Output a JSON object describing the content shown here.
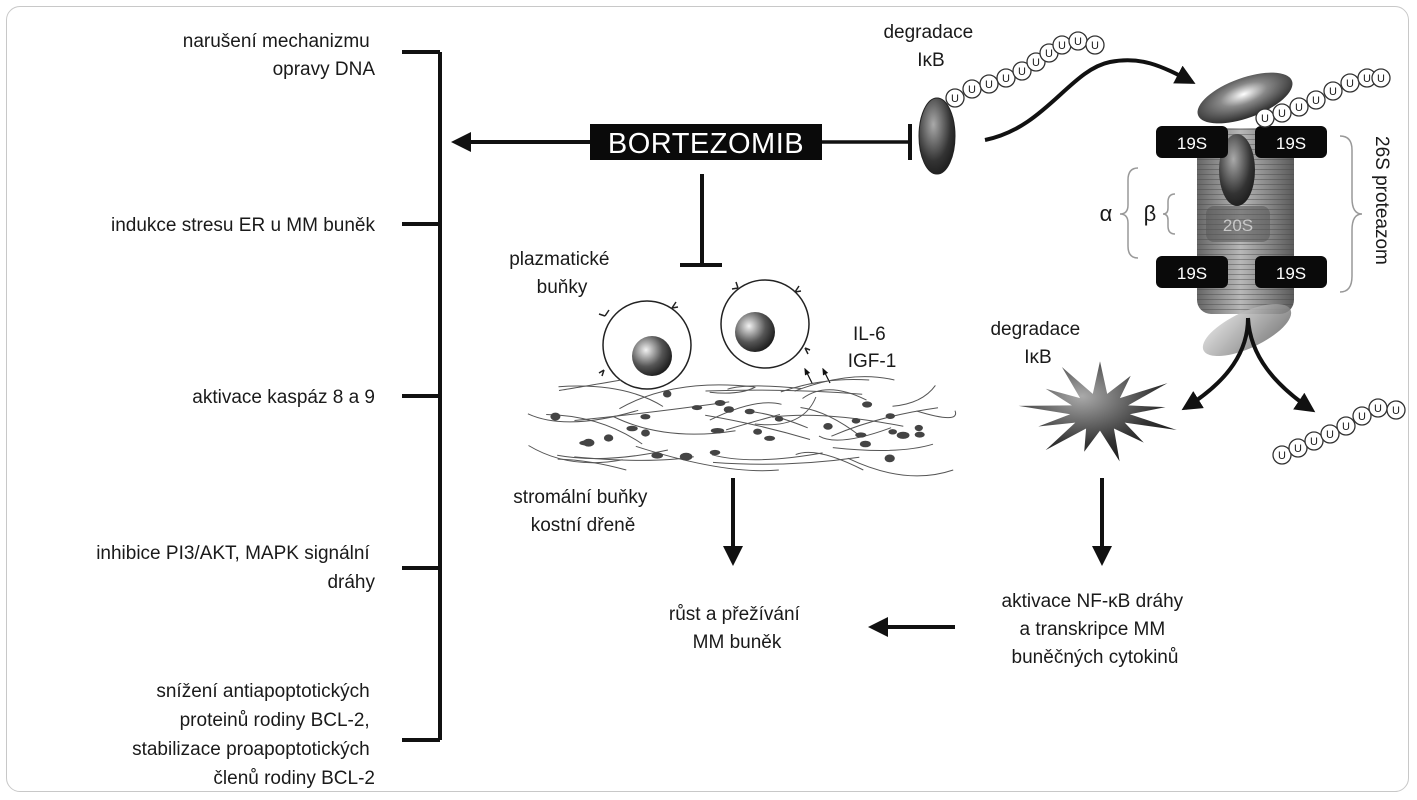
{
  "effects": [
    [
      "narušení mechanizmu",
      "opravy DNA"
    ],
    [
      "indukce stresu ER u MM buněk"
    ],
    [
      "aktivace kaspáz 8 a 9"
    ],
    [
      "inhibice PI3/AKT, MAPK signální",
      "dráhy"
    ],
    [
      "snížení antiapoptotických",
      "proteinů rodiny BCL-2,",
      "stabilizace proapoptotických",
      "členů rodiny BCL-2"
    ]
  ],
  "drug": "BORTEZOMIB",
  "degradation_top": [
    "degradace",
    "IκB"
  ],
  "degradation_mid": [
    "degradace",
    "IκB"
  ],
  "proteasome": {
    "cap_label": "19S",
    "core_label": "20S",
    "alpha": "α",
    "beta": "β",
    "name": "26S proteazom",
    "ubiquitin": "U"
  },
  "plasma_cells": [
    "plazmatické",
    "buňky"
  ],
  "cytokines": [
    "IL-6",
    "IGF-1"
  ],
  "stromal_cells": [
    "stromální buňky",
    "kostní dřeně"
  ],
  "growth": [
    "růst a přežívání",
    "MM buněk"
  ],
  "nfkb": [
    "aktivace NF-κB dráhy",
    "a transkripce MM",
    "buněčných cytokinů"
  ]
}
